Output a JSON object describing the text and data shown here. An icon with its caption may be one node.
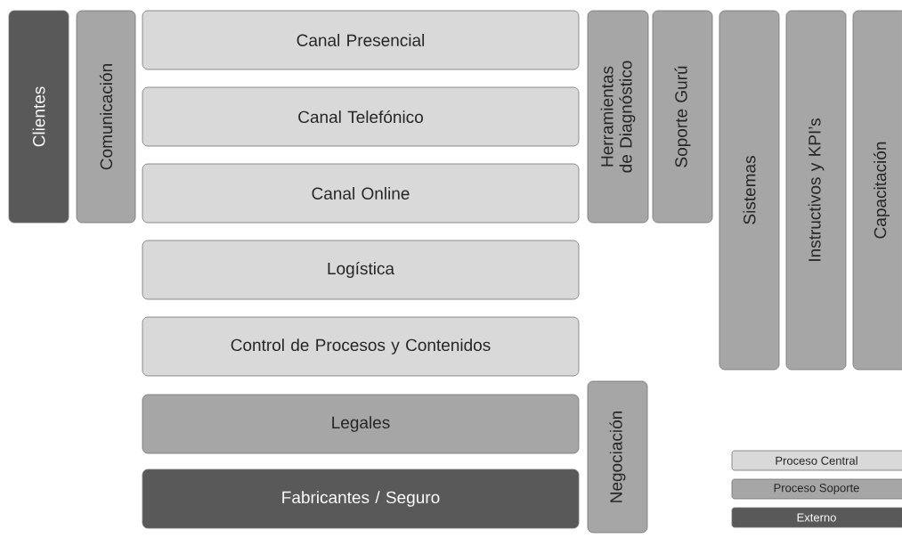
{
  "diagram": {
    "nodes": [
      {
        "text": [
          "Clientes"
        ]
      },
      {
        "text": [
          "Comunicación"
        ]
      },
      {
        "text": [
          "Canal Presencial"
        ]
      },
      {
        "text": [
          "Canal Telefónico"
        ]
      },
      {
        "text": [
          "Canal Online"
        ]
      },
      {
        "text": [
          "Logística"
        ]
      },
      {
        "text": [
          "Control de Procesos y Contenidos"
        ]
      },
      {
        "text": [
          "Legales"
        ]
      },
      {
        "text": [
          "Fabricantes / Seguro"
        ]
      },
      {
        "text": [
          "Herramientas de Diagnóstico"
        ]
      },
      {
        "text": [
          "Soporte Gurú"
        ]
      },
      {
        "text": [
          "Sistemas"
        ]
      },
      {
        "text": [
          "Instructivos y KPI’s"
        ]
      },
      {
        "text": [
          "Capacitación"
        ]
      },
      {
        "text": [
          "Negociación"
        ]
      }
    ],
    "legend": [
      {
        "text": "Proceso Central",
        "color": "#d9d9d9"
      },
      {
        "text": "Proceso Soporte",
        "color": "#a6a6a6"
      },
      {
        "text": "Externo",
        "color": "#595959"
      }
    ]
  }
}
